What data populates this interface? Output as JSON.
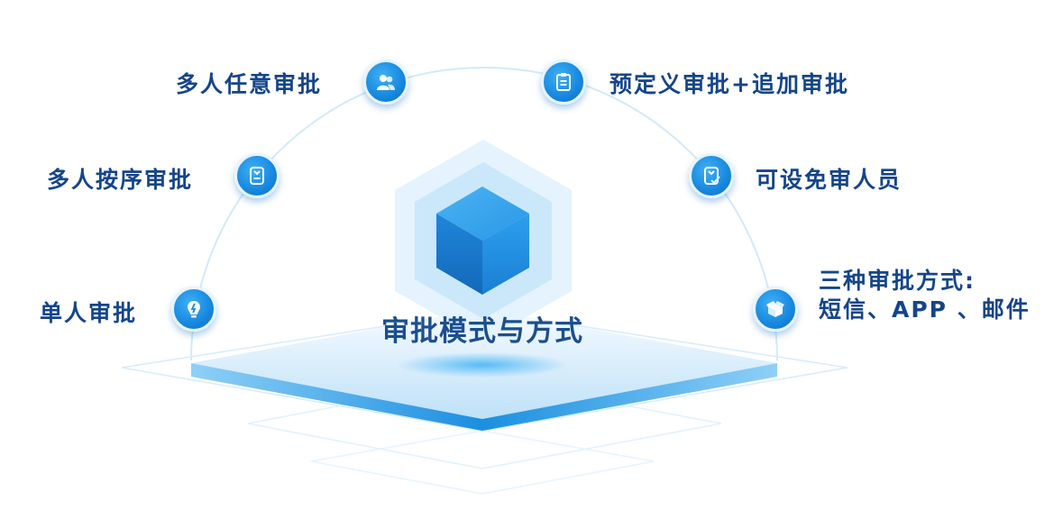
{
  "title": "审批模式与方式",
  "items": [
    {
      "label": "多人任意审批",
      "icon": "users-icon"
    },
    {
      "label": "预定义审批+追加审批",
      "icon": "clipboard-icon"
    },
    {
      "label": "多人按序审批",
      "icon": "badge-icon"
    },
    {
      "label": "可设免审人员",
      "icon": "check-badge-icon"
    },
    {
      "label": "单人审批",
      "icon": "bulb-icon"
    },
    {
      "label_line1": "三种审批方式:",
      "label_line2": "短信、APP 、邮件",
      "icon": "box-icon"
    }
  ],
  "colors": {
    "accent": "#1687df",
    "text": "#15458a",
    "arc": "#cfe6f7"
  }
}
